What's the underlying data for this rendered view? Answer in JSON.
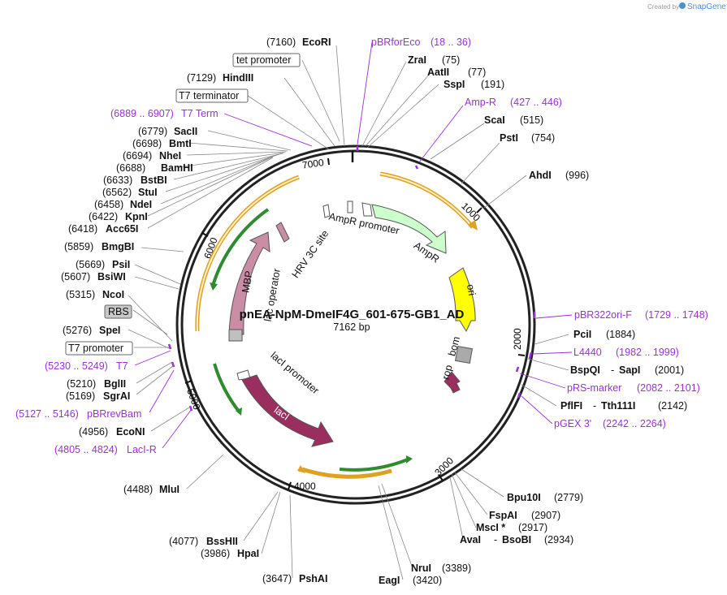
{
  "header": {
    "created_by": "Created by",
    "brand": "SnapGene"
  },
  "plasmid": {
    "name": "pnEA-NpM-DmeIF4G_601-675-GB1_AD",
    "length_label": "7162 bp"
  },
  "ticks": [
    "1000",
    "2000",
    "3000",
    "4000",
    "5000",
    "6000",
    "7000"
  ],
  "colors": {
    "primer": "#9b30d9",
    "backbone": "#222222",
    "orange_fill": "#fff0c8",
    "orange_line": "#e0a020",
    "green_fill": "#c9f3c9",
    "green_line": "#2e8b2e",
    "maroon": "#9a2f5f",
    "pink": "#c98ea6",
    "ori": "#ffff00",
    "bom": "#aaaaaa",
    "ampr": "#ccffcc"
  },
  "features": {
    "ampr": "AmpR",
    "ampr_promoter": "AmpR promoter",
    "ori": "ori",
    "bom": "bom",
    "rop": "rop",
    "laci": "lacI",
    "laci_promoter": "lacI promoter",
    "lac_operator": "lac operator",
    "mbp": "MBP",
    "hrv": "HRV 3C site"
  },
  "boxed_labels": {
    "tet_promoter": "tet promoter",
    "t7_terminator": "T7 terminator",
    "rbs": "RBS",
    "t7_promoter": "T7 promoter"
  },
  "enzymes_right": [
    {
      "name": "ZraI",
      "pos": "(75)"
    },
    {
      "name": "AatII",
      "pos": "(77)"
    },
    {
      "name": "SspI",
      "pos": "(191)"
    },
    {
      "name": "ScaI",
      "pos": "(515)"
    },
    {
      "name": "PstI",
      "pos": "(754)"
    },
    {
      "name": "AhdI",
      "pos": "(996)"
    },
    {
      "name": "PciI",
      "pos": "(1884)"
    },
    {
      "name": "BspQI",
      "sep": "-",
      "name2": "SapI",
      "pos": "(2001)"
    },
    {
      "name": "PflFI",
      "sep": "-",
      "name2": "Tth111I",
      "pos": "(2142)"
    },
    {
      "name": "Bpu10I",
      "pos": "(2779)"
    },
    {
      "name": "FspAI",
      "pos": "(2907)"
    },
    {
      "name": "MscI *",
      "pos": "(2917)"
    },
    {
      "name": "AvaI",
      "sep": "-",
      "name2": "BsoBI",
      "pos": "(2934)"
    },
    {
      "name": "NruI",
      "pos": "(3389)"
    },
    {
      "name": "EagI",
      "pos": "(3420)"
    }
  ],
  "enzymes_left": [
    {
      "name": "EcoRI",
      "pos": "(7160)"
    },
    {
      "name": "HindIII",
      "pos": "(7129)"
    },
    {
      "name": "SacII",
      "pos": "(6779)"
    },
    {
      "name": "BmtI",
      "pos": "(6698)"
    },
    {
      "name": "NheI",
      "pos": "(6694)"
    },
    {
      "name": "BamHI",
      "pos": "(6688)"
    },
    {
      "name": "BstBI",
      "pos": "(6633)"
    },
    {
      "name": "StuI",
      "pos": "(6562)"
    },
    {
      "name": "NdeI",
      "pos": "(6458)"
    },
    {
      "name": "KpnI",
      "pos": "(6422)"
    },
    {
      "name": "Acc65I",
      "pos": "(6418)"
    },
    {
      "name": "BmgBI",
      "pos": "(5859)"
    },
    {
      "name": "PsiI",
      "pos": "(5669)"
    },
    {
      "name": "BsiWI",
      "pos": "(5607)"
    },
    {
      "name": "NcoI",
      "pos": "(5315)"
    },
    {
      "name": "SpeI",
      "pos": "(5276)"
    },
    {
      "name": "BglII",
      "pos": "(5210)"
    },
    {
      "name": "SgrAI",
      "pos": "(5169)"
    },
    {
      "name": "EcoNI",
      "pos": "(4956)"
    },
    {
      "name": "MluI",
      "pos": "(4488)"
    },
    {
      "name": "BssHII",
      "pos": "(4077)"
    },
    {
      "name": "HpaI",
      "pos": "(3986)"
    },
    {
      "name": "PshAI",
      "pos": "(3647)"
    }
  ],
  "primers": [
    {
      "name": "pBRforEco",
      "range": "(18 .. 36)"
    },
    {
      "name": "Amp-R",
      "range": "(427 .. 446)"
    },
    {
      "name": "pBR322ori-F",
      "range": "(1729 .. 1748)"
    },
    {
      "name": "L4440",
      "range": "(1982 .. 1999)"
    },
    {
      "name": "pRS-marker",
      "range": "(2082 .. 2101)"
    },
    {
      "name": "pGEX 3'",
      "range": "(2242 .. 2264)"
    },
    {
      "name": "T7 Term",
      "range": "(6889 .. 6907)"
    },
    {
      "name": "T7",
      "range": "(5230 .. 5249)"
    },
    {
      "name": "pBRrevBam",
      "range": "(5127 .. 5146)"
    },
    {
      "name": "LacI-R",
      "range": "(4805 .. 4824)"
    }
  ]
}
